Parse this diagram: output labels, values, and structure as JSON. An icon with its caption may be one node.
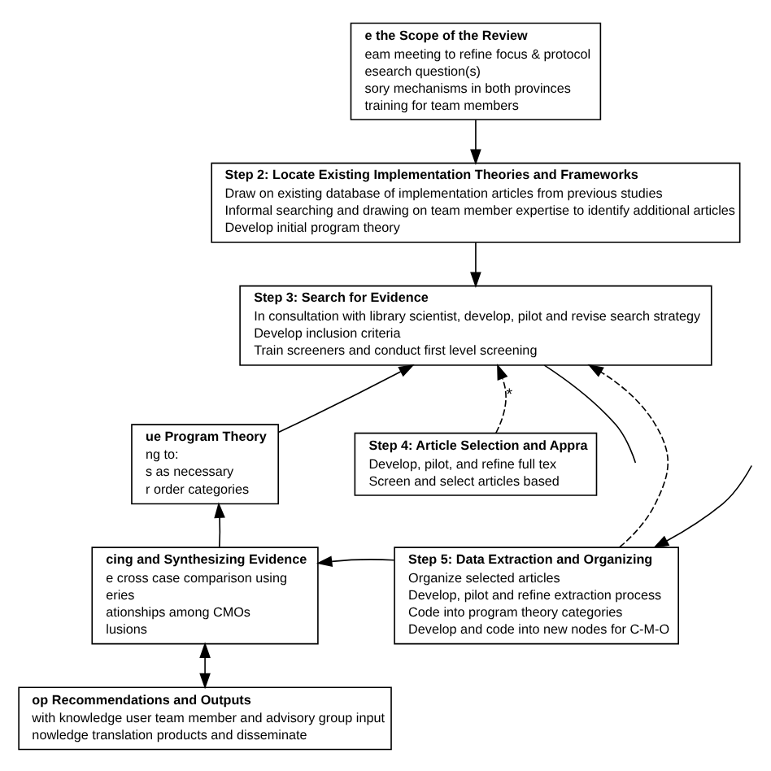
{
  "diagram": {
    "nodes": [
      {
        "text": [
          "e the Scope of the Review",
          "eam meeting to refine focus & protocol",
          "esearch question(s)",
          "sory mechanisms in both provinces",
          "training for team members"
        ]
      },
      {
        "text": [
          "Step 2: Locate Existing Implementation Theories and Frameworks",
          "Draw on existing database of implementation articles from previous studies",
          "Informal searching and drawing on team member expertise to identify additional articles",
          "Develop initial program theory"
        ]
      },
      {
        "text": [
          "Step 3: Search for Evidence",
          "In consultation with library scientist, develop, pilot and revise search strategy",
          "Develop inclusion criteria",
          "Train screeners and conduct first level screening"
        ]
      },
      {
        "text": [
          "ue Program Theory",
          "ng to:",
          "s as necessary",
          "r order categories"
        ]
      },
      {
        "text": [
          "Step 4: Article Selection and Appra",
          "Develop, pilot, and refine full tex",
          "Screen and select articles based"
        ]
      },
      {
        "text": [
          "Step 5: Data Extraction and Organizing",
          "Organize selected articles",
          "Develop, pilot and refine extraction process",
          "Code into program theory categories",
          "Develop and code into new nodes for C-M-O"
        ]
      },
      {
        "text": [
          "cing and Synthesizing Evidence",
          "e cross case comparison using",
          "eries",
          "ationships among CMOs",
          "lusions"
        ]
      },
      {
        "text": [
          "op Recommendations and Outputs",
          "with knowledge user team member and advisory group input",
          "nowledge translation products and disseminate"
        ]
      }
    ],
    "edges": [
      {
        "from": 0,
        "to": 1,
        "arrow": "to"
      },
      {
        "from": 1,
        "to": 2,
        "arrow": "to"
      },
      {
        "from": 2,
        "to": null,
        "arrow": "none"
      },
      {
        "from": 4,
        "to": 2,
        "arrow": "to",
        "style": "dashed",
        "label": "*"
      },
      {
        "from": 5,
        "to": 2,
        "arrow": "to",
        "style": "dashed"
      },
      {
        "from": null,
        "to": 5,
        "arrow": "to"
      },
      {
        "from": 5,
        "to": 6,
        "arrow": "to"
      },
      {
        "from": 6,
        "to": 3,
        "arrow": "to"
      },
      {
        "from": 3,
        "to": 2,
        "arrow": "to"
      },
      {
        "from": 6,
        "to": 7,
        "arrow": "both"
      }
    ]
  }
}
